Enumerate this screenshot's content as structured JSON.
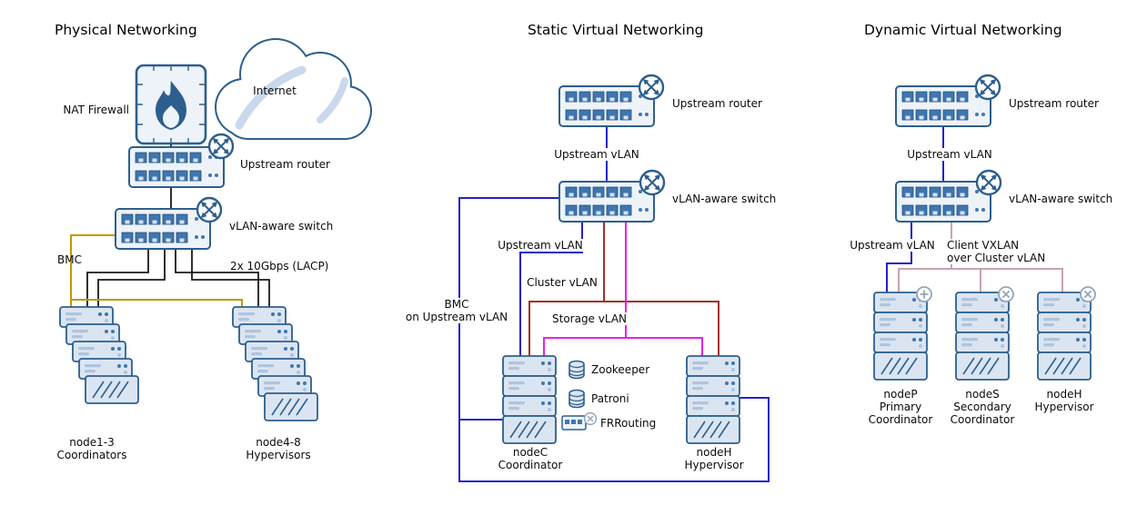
{
  "panels": {
    "physical": {
      "title": "Physical Networking",
      "internet": "Internet",
      "nat_firewall": "NAT Firewall",
      "upstream_router": "Upstream router",
      "vlan_switch": "vLAN-aware switch",
      "bmc": "BMC",
      "lacp": "2x 10Gbps (LACP)",
      "coordinators": [
        "node1-3",
        "Coordinators"
      ],
      "hypervisors": [
        "node4-8",
        "Hypervisors"
      ]
    },
    "static_virtual": {
      "title": "Static Virtual Networking",
      "upstream_router": "Upstream router",
      "link_upstream_top": "Upstream vLAN",
      "vlan_switch": "vLAN-aware switch",
      "link_upstream": "Upstream vLAN",
      "link_cluster": "Cluster vLAN",
      "link_storage": "Storage vLAN",
      "link_bmc": [
        "BMC",
        "on Upstream vLAN"
      ],
      "services": [
        "Zookeeper",
        "Patroni",
        "FRRouting"
      ],
      "nodec": [
        "nodeC",
        "Coordinator"
      ],
      "nodeh": [
        "nodeH",
        "Hypervisor"
      ]
    },
    "dynamic_virtual": {
      "title": "Dynamic Virtual Networking",
      "upstream_router": "Upstream router",
      "link_upstream_top": "Upstream vLAN",
      "vlan_switch": "vLAN-aware switch",
      "link_upstream": "Upstream vLAN",
      "link_vxlan": [
        "Client VXLAN",
        "over Cluster vLAN"
      ],
      "nodep": [
        "nodeP",
        "Primary",
        "Coordinator"
      ],
      "nodes": [
        "nodeS",
        "Secondary",
        "Coordinator"
      ],
      "nodeh": [
        "nodeH",
        "Hypervisor"
      ]
    }
  },
  "icons": {
    "cloud": "internet-cloud-icon",
    "flame": "firewall-flame-icon",
    "router_badge": "router-arrows-icon",
    "switch": "patch-panel-switch-icon",
    "server": "server-unit-icon",
    "database": "database-cylinder-icon",
    "plus_badge": "plus-circle-icon",
    "x_badge": "x-circle-icon"
  },
  "colors": {
    "outline": "#2d5f8e",
    "fill_light": "#dbe5f2",
    "fill_panel": "#eef3fa",
    "port": "#3f76b0",
    "swoosh": "#c9d8ec",
    "badge": "#93a5ba",
    "link_black": "#1a1a1a",
    "link_bmc": "#c09a00",
    "link_upstream": "#2222cc",
    "link_cluster": "#a03228",
    "link_storage": "#e820e8",
    "link_vxlan": "#c9a2b0"
  }
}
